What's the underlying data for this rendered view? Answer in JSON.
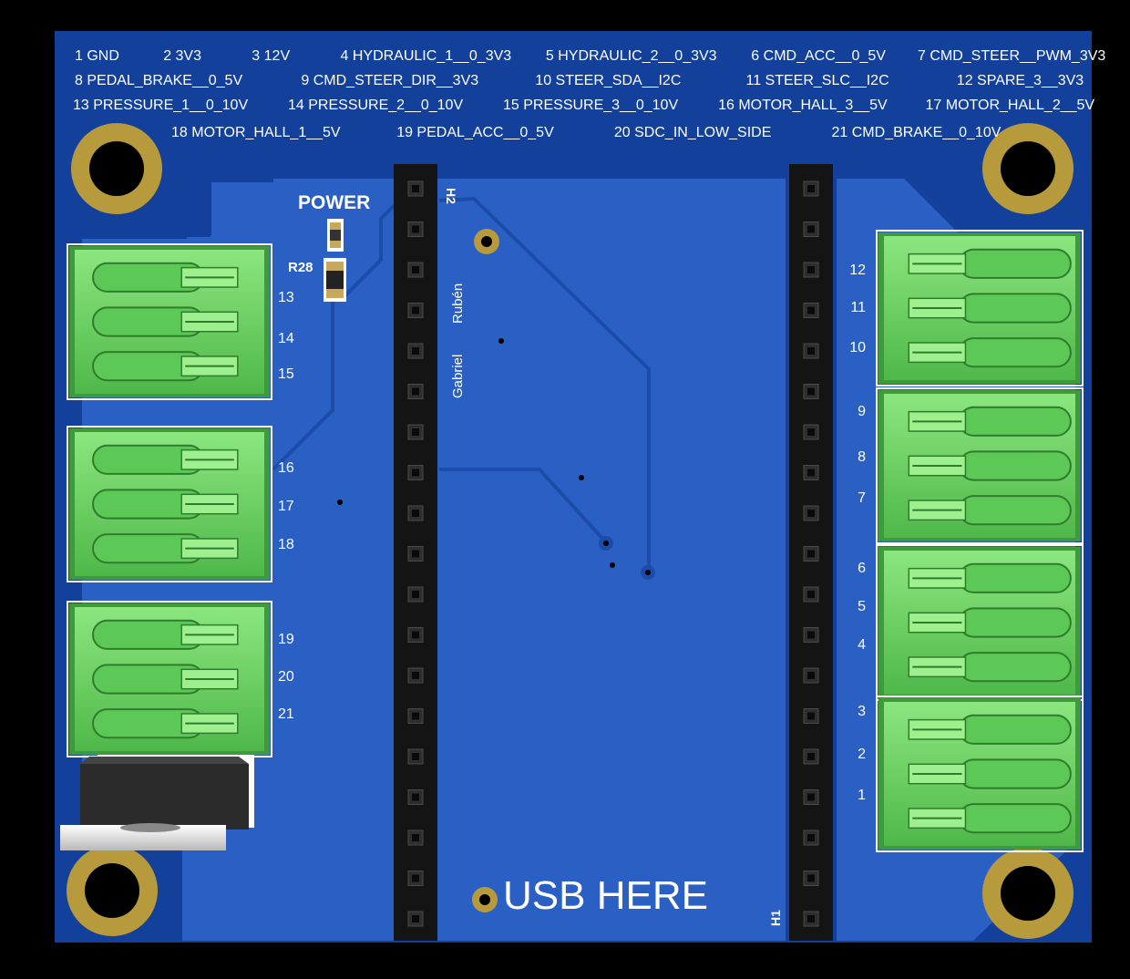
{
  "colors": {
    "background": "#000000",
    "board_dark": "#12409a",
    "board_copper": "#2a5fc4",
    "trace": "#1c4fae",
    "header_black": "#141414",
    "pad_gold": "#b79a3c",
    "connector_green": "#6fd86a",
    "connector_shade": "#3e9a3a",
    "silkscreen": "#ffffff"
  },
  "pin_legend": [
    [
      "1 GND",
      "2 3V3",
      "3 12V",
      "4 HYDRAULIC_1__0_3V3",
      "5 HYDRAULIC_2__0_3V3",
      "6 CMD_ACC__0_5V",
      "7 CMD_STEER__PWM_3V3"
    ],
    [
      "8 PEDAL_BRAKE__0_5V",
      "9 CMD_STEER_DIR__3V3",
      "10 STEER_SDA__I2C",
      "11 STEER_SLC__I2C",
      "12 SPARE_3__3V3"
    ],
    [
      "13 PRESSURE_1__0_10V",
      "14 PRESSURE_2__0_10V",
      "15 PRESSURE_3__0_10V",
      "16 MOTOR_HALL_3__5V",
      "17 MOTOR_HALL_2__5V"
    ],
    [
      "18 MOTOR_HALL_1__5V",
      "19 PEDAL_ACC__0_5V",
      "20 SDC_IN_LOW_SIDE",
      "21 CMD_BRAKE__0_10V"
    ]
  ],
  "labels": {
    "power": "POWER",
    "resistor": "R28",
    "header_left": "H2",
    "header_right": "H1",
    "author_first": "Gabriel",
    "author_last": "Rubén",
    "usb": "USB HERE"
  },
  "left_connectors": [
    [
      "13",
      "14",
      "15"
    ],
    [
      "16",
      "17",
      "18"
    ],
    [
      "19",
      "20",
      "21"
    ]
  ],
  "right_connectors": [
    [
      "12",
      "11",
      "10"
    ],
    [
      "9",
      "8",
      "7"
    ],
    [
      "6",
      "5",
      "4"
    ],
    [
      "3",
      "2",
      "1"
    ]
  ]
}
